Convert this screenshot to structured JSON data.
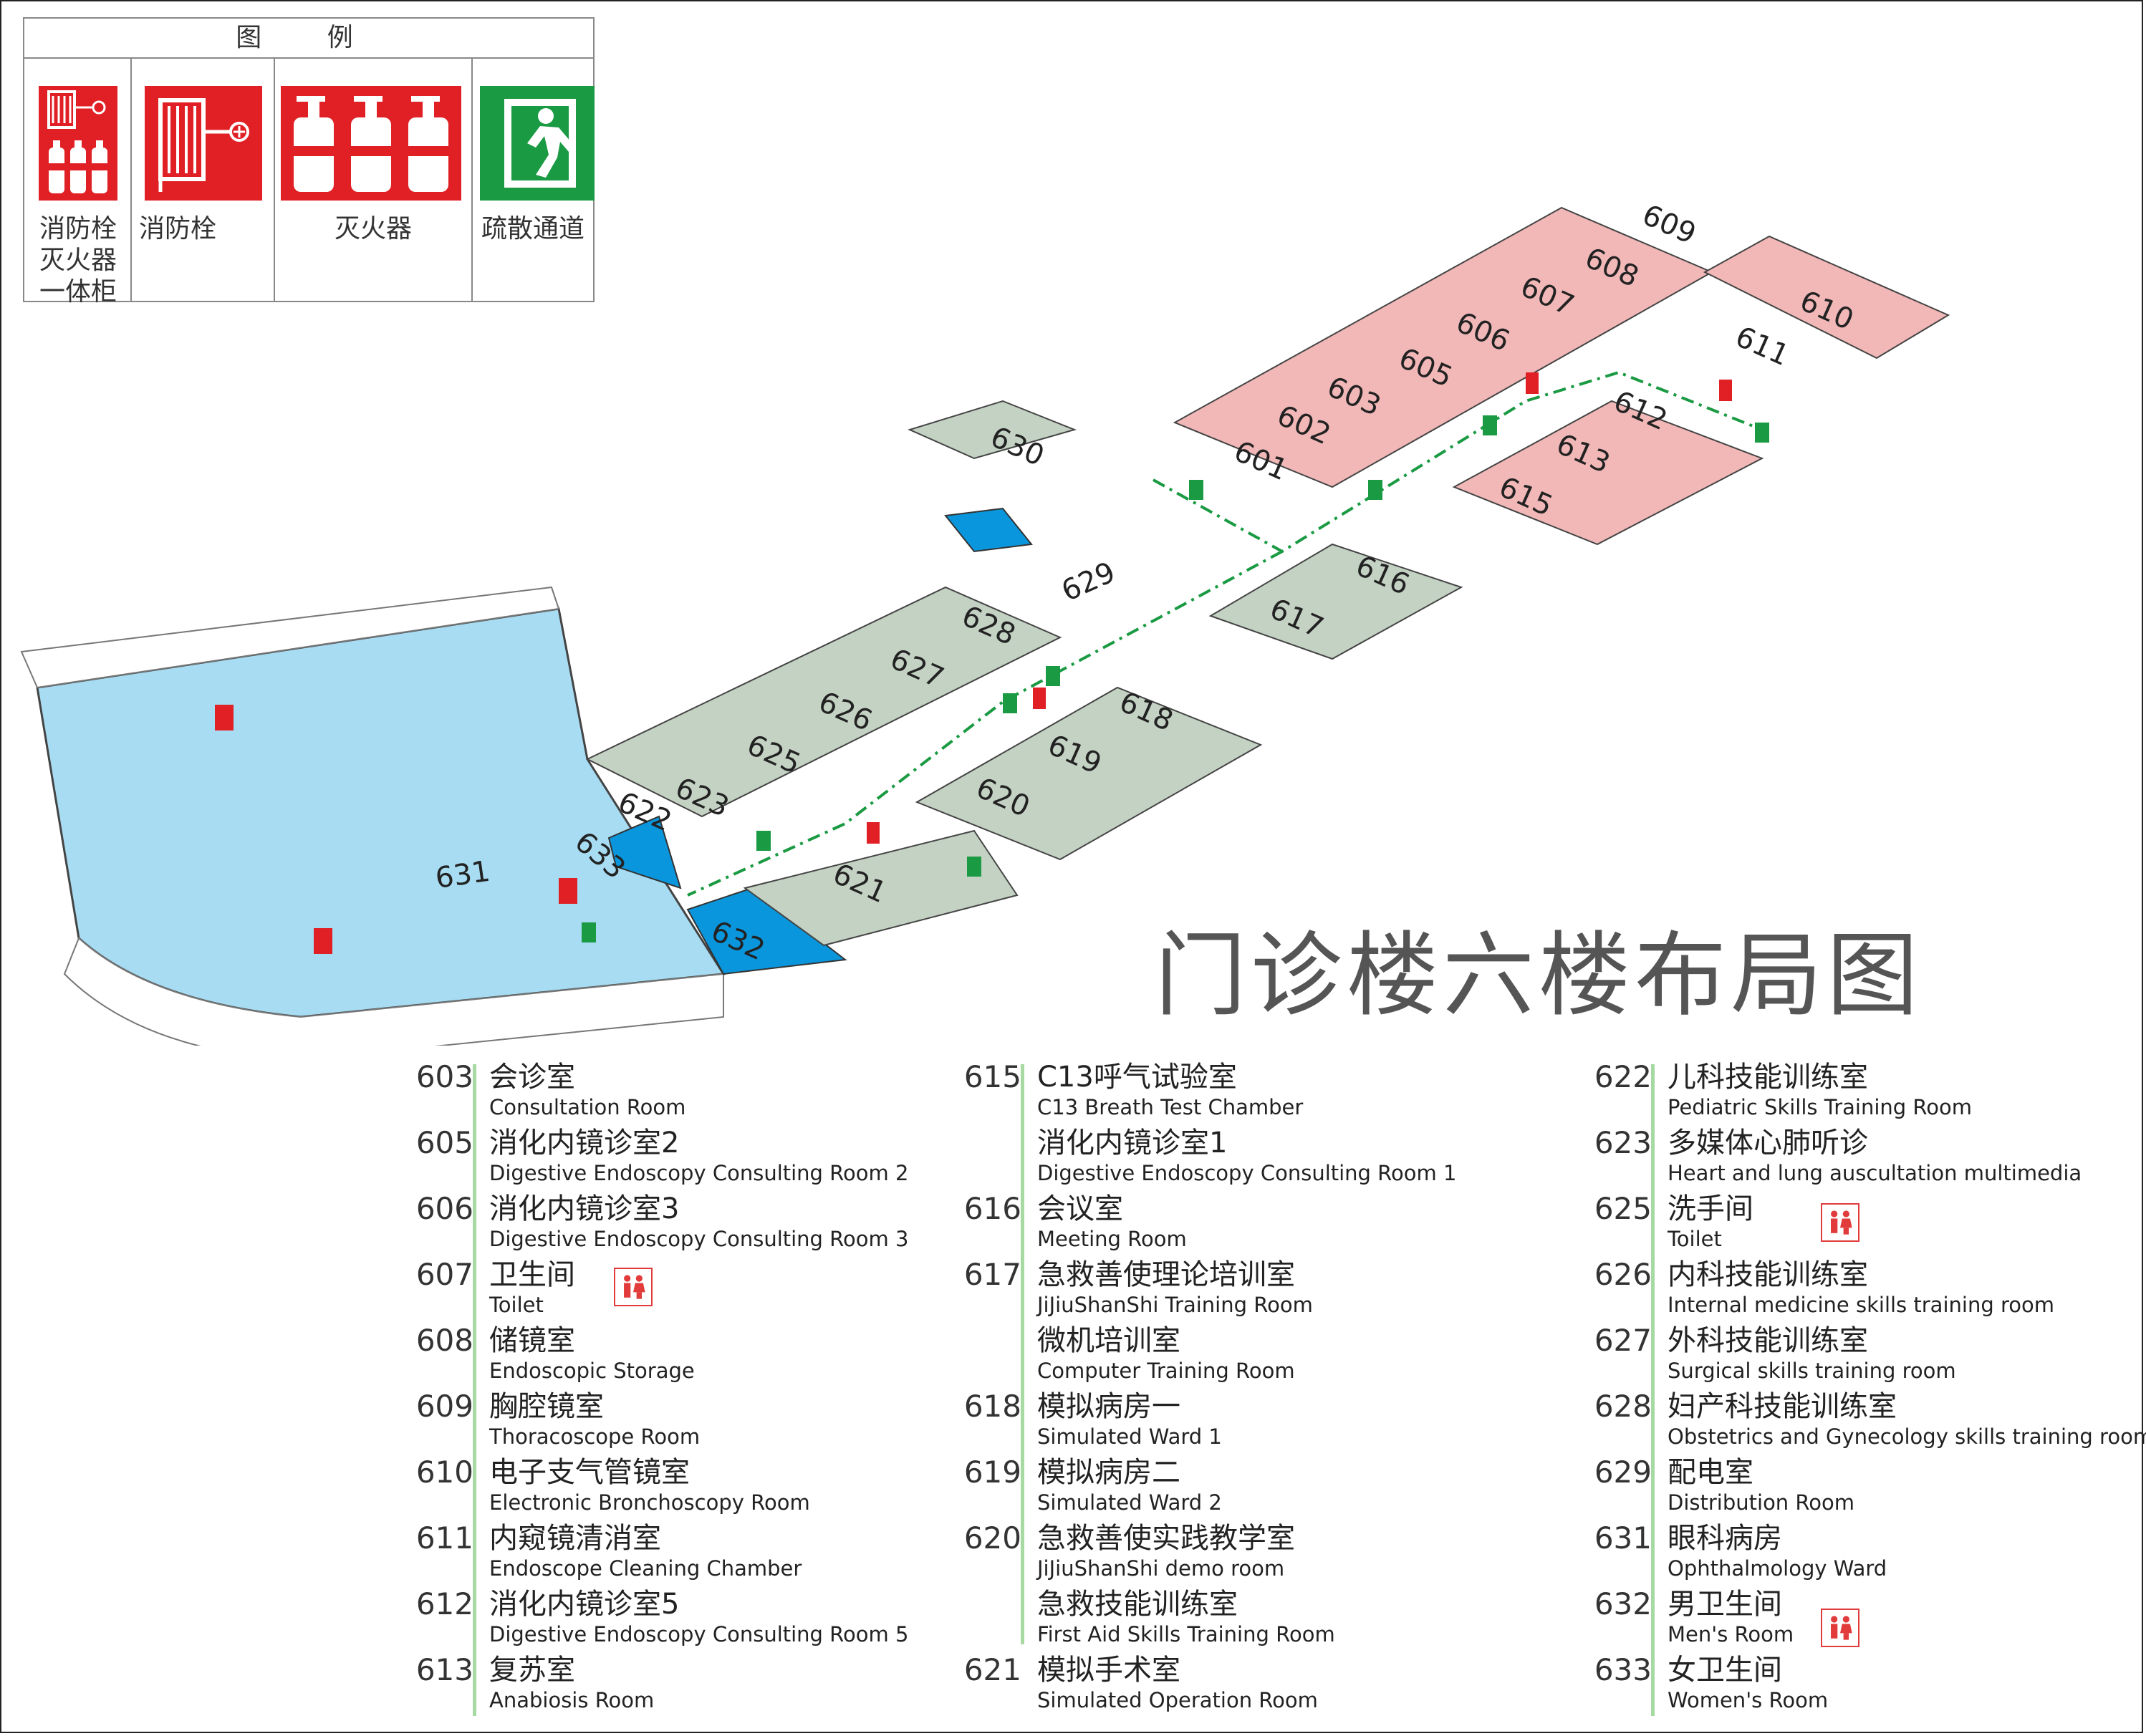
{
  "map_title": "门诊楼六楼布局图",
  "legend": {
    "title": "图 例",
    "items": [
      {
        "label": "消防栓灭火器一体柜",
        "icon": "hydrant-extinguisher-cabinet-icon"
      },
      {
        "label": "消防栓",
        "icon": "fire-hydrant-icon"
      },
      {
        "label": "灭火器",
        "icon": "fire-extinguisher-icon"
      },
      {
        "label": "疏散通道",
        "icon": "emergency-exit-icon"
      }
    ]
  },
  "colors": {
    "pink_rooms": "#f2b8b8",
    "grey_green_rooms": "#c4d2c4",
    "blue_ward": "#a7dcf2",
    "toilet_blue": "#0a96dc",
    "exit_green": "#1a9a42",
    "fire_red": "#e02025",
    "divider_green": "#a7d9a2"
  },
  "rooms": [
    {
      "number": "601"
    },
    {
      "number": "602"
    },
    {
      "number": "603"
    },
    {
      "number": "605"
    },
    {
      "number": "606"
    },
    {
      "number": "607"
    },
    {
      "number": "608"
    },
    {
      "number": "609"
    },
    {
      "number": "610"
    },
    {
      "number": "611"
    },
    {
      "number": "612"
    },
    {
      "number": "613"
    },
    {
      "number": "615"
    },
    {
      "number": "616"
    },
    {
      "number": "617"
    },
    {
      "number": "618"
    },
    {
      "number": "619"
    },
    {
      "number": "620"
    },
    {
      "number": "621"
    },
    {
      "number": "622"
    },
    {
      "number": "623"
    },
    {
      "number": "625"
    },
    {
      "number": "626"
    },
    {
      "number": "627"
    },
    {
      "number": "628"
    },
    {
      "number": "629"
    },
    {
      "number": "630"
    },
    {
      "number": "631"
    },
    {
      "number": "632"
    },
    {
      "number": "633"
    }
  ],
  "directory": {
    "col1": [
      {
        "num": "603",
        "cn": "会诊室",
        "en": "Consultation Room"
      },
      {
        "num": "605",
        "cn": "消化内镜诊室2",
        "en": "Digestive Endoscopy Consulting Room 2"
      },
      {
        "num": "606",
        "cn": "消化内镜诊室3",
        "en": "Digestive Endoscopy Consulting Room 3"
      },
      {
        "num": "607",
        "cn": "卫生间",
        "en": "Toilet"
      },
      {
        "num": "608",
        "cn": "储镜室",
        "en": "Endoscopic Storage"
      },
      {
        "num": "609",
        "cn": "胸腔镜室",
        "en": "Thoracoscope Room"
      },
      {
        "num": "610",
        "cn": "电子支气管镜室",
        "en": "Electronic Bronchoscopy Room"
      },
      {
        "num": "611",
        "cn": "内窥镜清消室",
        "en": "Endoscope Cleaning Chamber"
      },
      {
        "num": "612",
        "cn": "消化内镜诊室5",
        "en": "Digestive Endoscopy Consulting Room 5"
      },
      {
        "num": "613",
        "cn": "复苏室",
        "en": "Anabiosis Room"
      }
    ],
    "col2": [
      {
        "num": "615",
        "cn": "C13呼气试验室",
        "en": "C13 Breath Test Chamber"
      },
      {
        "num": "",
        "cn": "消化内镜诊室1",
        "en": "Digestive Endoscopy Consulting Room 1"
      },
      {
        "num": "616",
        "cn": "会议室",
        "en": "Meeting Room"
      },
      {
        "num": "617",
        "cn": "急救善使理论培训室",
        "en": "JiJiuShanShi Training Room"
      },
      {
        "num": "",
        "cn": "微机培训室",
        "en": "Computer Training Room"
      },
      {
        "num": "618",
        "cn": "模拟病房一",
        "en": "Simulated Ward 1"
      },
      {
        "num": "619",
        "cn": "模拟病房二",
        "en": "Simulated Ward 2"
      },
      {
        "num": "620",
        "cn": "急救善使实践教学室",
        "en": "JiJiuShanShi demo room"
      },
      {
        "num": "",
        "cn": "急救技能训练室",
        "en": "First Aid Skills Training Room"
      },
      {
        "num": "621",
        "cn": "模拟手术室",
        "en": "Simulated Operation Room"
      }
    ],
    "col3": [
      {
        "num": "622",
        "cn": "儿科技能训练室",
        "en": "Pediatric Skills Training Room"
      },
      {
        "num": "623",
        "cn": "多媒体心肺听诊",
        "en": "Heart and lung auscultation multimedia"
      },
      {
        "num": "625",
        "cn": "洗手间",
        "en": "Toilet"
      },
      {
        "num": "626",
        "cn": "内科技能训练室",
        "en": "Internal medicine skills training room"
      },
      {
        "num": "627",
        "cn": "外科技能训练室",
        "en": "Surgical skills training room"
      },
      {
        "num": "628",
        "cn": "妇产科技能训练室",
        "en": "Obstetrics and Gynecology skills training room"
      },
      {
        "num": "629",
        "cn": "配电室",
        "en": "Distribution Room"
      },
      {
        "num": "631",
        "cn": "眼科病房",
        "en": "Ophthalmology Ward"
      },
      {
        "num": "632",
        "cn": "男卫生间",
        "en": "Men's Room"
      },
      {
        "num": "633",
        "cn": "女卫生间",
        "en": "Women's Room"
      }
    ]
  }
}
